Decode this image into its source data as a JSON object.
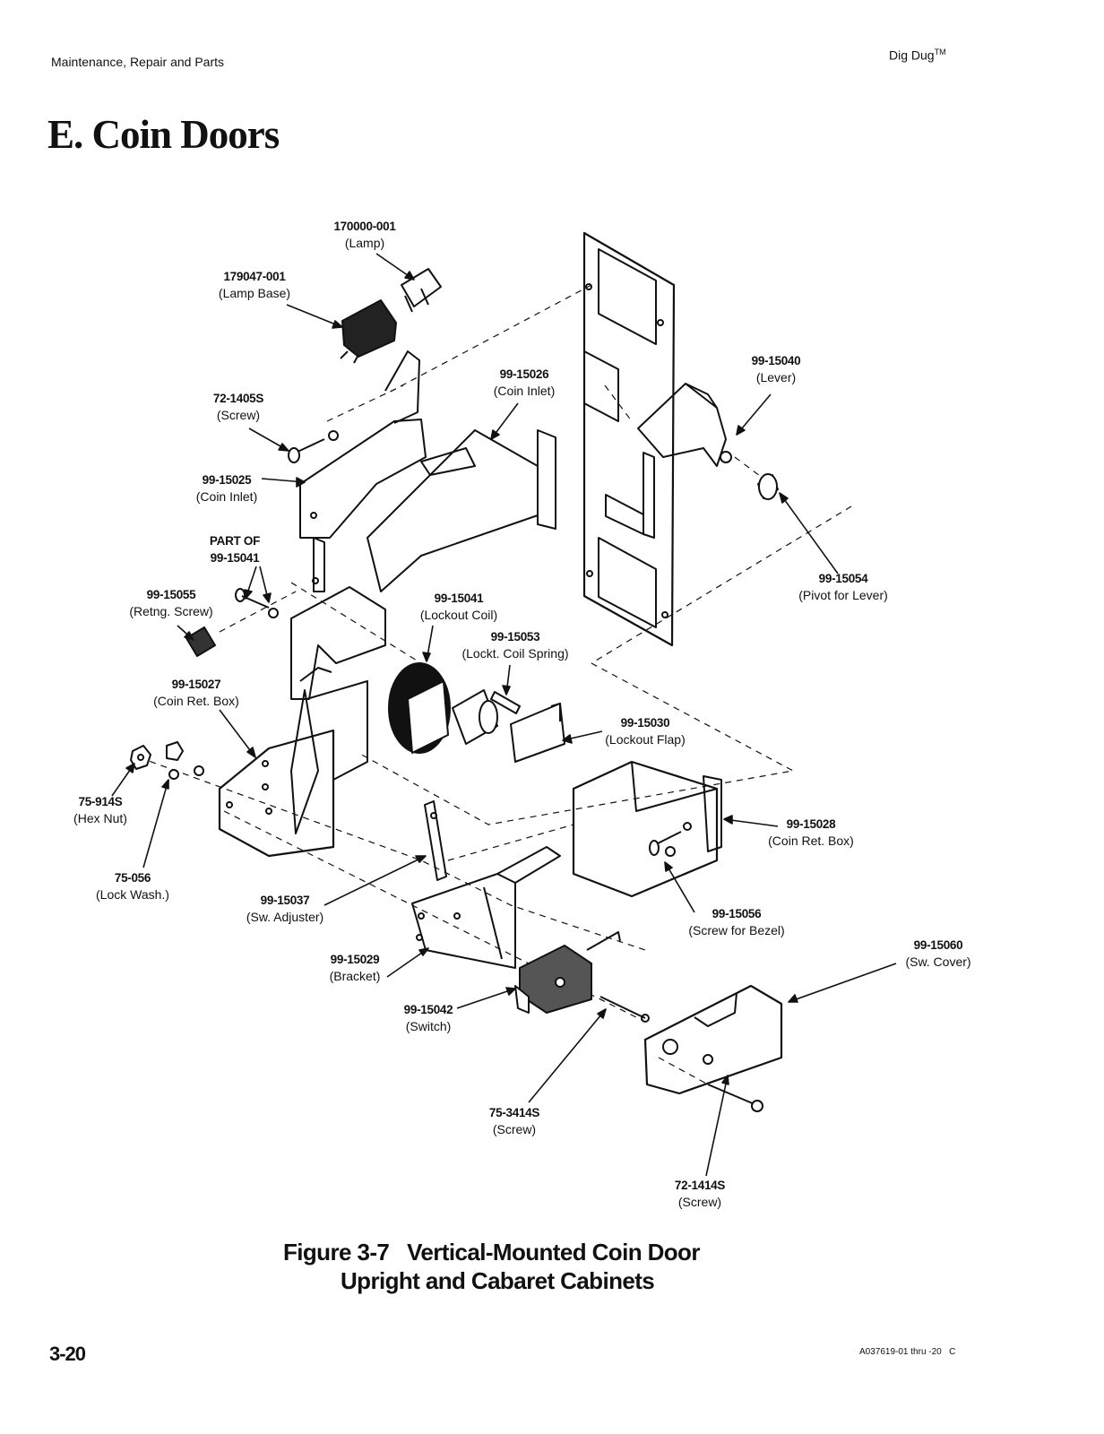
{
  "header": {
    "left": "Maintenance, Repair and Parts",
    "right": "Dig Dug",
    "right_mark": "TM"
  },
  "section_title": "E. Coin Doors",
  "parts": [
    {
      "id": "lamp",
      "number": "170000-001",
      "desc": "(Lamp)"
    },
    {
      "id": "lamp-base",
      "number": "179047-001",
      "desc": "(Lamp Base)"
    },
    {
      "id": "screw-72-1405s",
      "number": "72-1405S",
      "desc": "(Screw)"
    },
    {
      "id": "coin-inlet-99-15026",
      "number": "99-15026",
      "desc": "(Coin Inlet)"
    },
    {
      "id": "lever",
      "number": "99-15040",
      "desc": "(Lever)"
    },
    {
      "id": "coin-inlet-99-15025",
      "number": "99-15025",
      "desc": "(Coin Inlet)"
    },
    {
      "id": "part-of",
      "number": "PART OF",
      "desc": "99-15041"
    },
    {
      "id": "pivot",
      "number": "99-15054",
      "desc": "(Pivot for Lever)"
    },
    {
      "id": "retng-screw",
      "number": "99-15055",
      "desc": "(Retng. Screw)"
    },
    {
      "id": "lockout-coil",
      "number": "99-15041",
      "desc": "(Lockout Coil)"
    },
    {
      "id": "coil-spring",
      "number": "99-15053",
      "desc": "(Lockt. Coil Spring)"
    },
    {
      "id": "coin-ret-box-99-15027",
      "number": "99-15027",
      "desc": "(Coin Ret. Box)"
    },
    {
      "id": "lockout-flap",
      "number": "99-15030",
      "desc": "(Lockout Flap)"
    },
    {
      "id": "hex-nut",
      "number": "75-914S",
      "desc": "(Hex Nut)"
    },
    {
      "id": "coin-ret-box-99-15028",
      "number": "99-15028",
      "desc": "(Coin Ret. Box)"
    },
    {
      "id": "lock-wash",
      "number": "75-056",
      "desc": "(Lock Wash.)"
    },
    {
      "id": "sw-adjuster",
      "number": "99-15037",
      "desc": "(Sw. Adjuster)"
    },
    {
      "id": "bezel-screw",
      "number": "99-15056",
      "desc": "(Screw for Bezel)"
    },
    {
      "id": "sw-cover",
      "number": "99-15060",
      "desc": "(Sw. Cover)"
    },
    {
      "id": "bracket",
      "number": "99-15029",
      "desc": "(Bracket)"
    },
    {
      "id": "switch",
      "number": "99-15042",
      "desc": "(Switch)"
    },
    {
      "id": "screw-75-3414s",
      "number": "75-3414S",
      "desc": "(Screw)"
    },
    {
      "id": "screw-72-1414s",
      "number": "72-1414S",
      "desc": "(Screw)"
    }
  ],
  "caption": {
    "line1": "Figure 3-7   Vertical-Mounted Coin Door",
    "line2": "Upright and Cabaret Cabinets"
  },
  "footer": {
    "page_number": "3-20",
    "doc_code": "A037619-01 thru -20   C"
  }
}
